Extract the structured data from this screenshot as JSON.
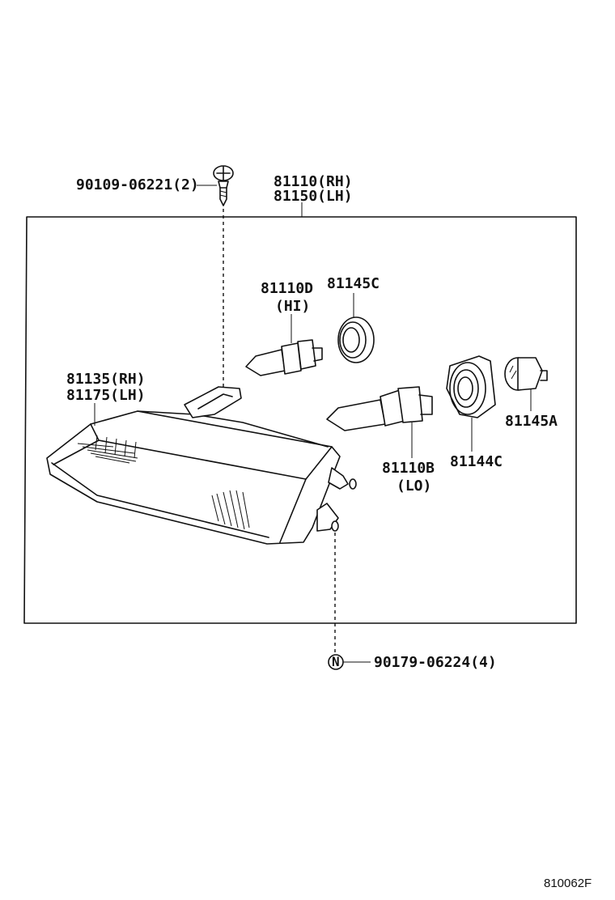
{
  "labels": {
    "screw_part": "90109-06221(2)",
    "headlamp_rh": "81110(RH)",
    "headlamp_lh": "81150(LH)",
    "bulb_hi_part": "81110D",
    "bulb_hi_note": "(HI)",
    "cover_hi_part": "81145C",
    "lens_rh": "81135(RH)",
    "lens_lh": "81175(LH)",
    "bulb_lo_part": "81110B",
    "bulb_lo_note": "(LO)",
    "cover_lo_part": "81144C",
    "socket_part": "81145A",
    "nut_symbol": "N",
    "nut_part": "90179-06224(4)",
    "diagram_ref": "810062F"
  }
}
